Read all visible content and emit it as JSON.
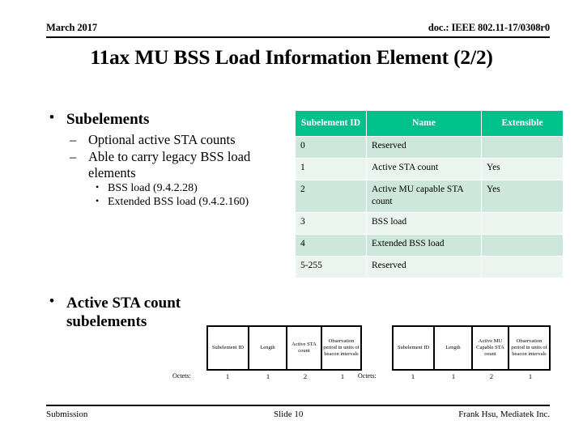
{
  "header": {
    "date": "March 2017",
    "doc": "doc.: IEEE 802.11-17/0308r0"
  },
  "title": "11ax MU BSS Load Information Element (2/2)",
  "bullets": {
    "dot": "•",
    "dash": "–",
    "level1_a": "Subelements",
    "level2_a": "Optional active STA counts",
    "level2_b": "Able to carry legacy BSS load elements",
    "level3_a": "BSS load (9.4.2.28)",
    "level3_b": "Extended BSS load (9.4.2.160)",
    "level1_b": "Active STA count subelements"
  },
  "table": {
    "columns": [
      "Subelement ID",
      "Name",
      "Extensible"
    ],
    "rows": [
      {
        "id": "0",
        "name": "Reserved",
        "extensible": ""
      },
      {
        "id": "1",
        "name": "Active STA count",
        "extensible": "Yes"
      },
      {
        "id": "2",
        "name": "Active MU capable STA count",
        "extensible": "Yes"
      },
      {
        "id": "3",
        "name": "BSS load",
        "extensible": ""
      },
      {
        "id": "4",
        "name": "Extended BSS load",
        "extensible": ""
      },
      {
        "id": "5-255",
        "name": "Reserved",
        "extensible": ""
      }
    ]
  },
  "diagram_active_sta": {
    "octets_label": "Octets:",
    "fields": [
      {
        "name": "Subelement ID",
        "octets": "1"
      },
      {
        "name": "Length",
        "octets": "1"
      },
      {
        "name": "Active STA count",
        "octets": "2"
      },
      {
        "name": "Observation period in units of beacon intervals",
        "octets": "1"
      }
    ]
  },
  "diagram_active_mu": {
    "octets_label": "Octets:",
    "fields": [
      {
        "name": "Subelement ID",
        "octets": "1"
      },
      {
        "name": "Length",
        "octets": "1"
      },
      {
        "name": "Active MU Capable STA count",
        "octets": "2"
      },
      {
        "name": "Observation period in units of beacon intervals",
        "octets": "1"
      }
    ]
  },
  "footer": {
    "left": "Submission",
    "center": "Slide 10",
    "right": "Frank Hsu, Mediatek Inc."
  },
  "colors": {
    "table_header_bg": "#00C18C",
    "table_row_shade": "#CDE7DC",
    "table_row_light": "#EBF5F0",
    "text": "#000000",
    "page_bg": "#FFFFFF"
  }
}
